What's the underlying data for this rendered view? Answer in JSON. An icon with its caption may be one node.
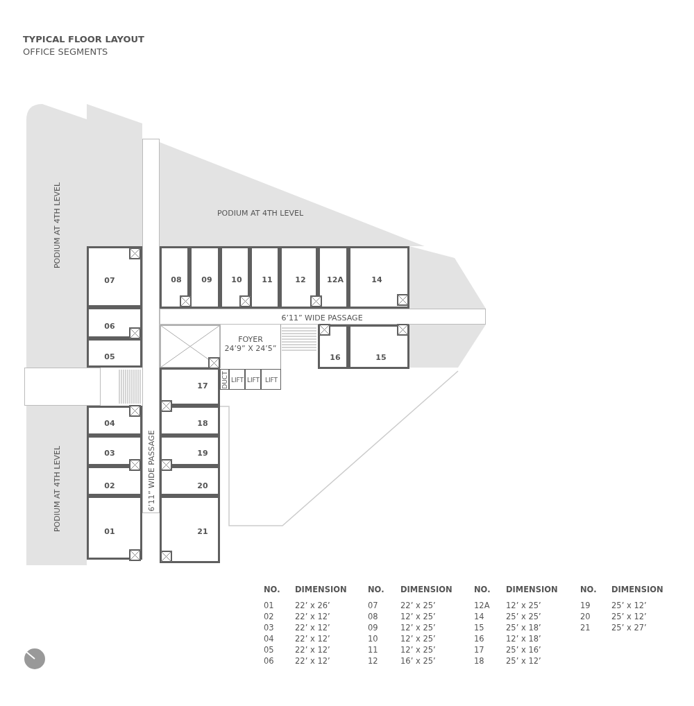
{
  "diagram": {
    "title": "TYPICAL FLOOR LAYOUT",
    "nodes": [
      {
        "text": [
          "PODIUM AT 4TH LEVEL"
        ]
      },
      {
        "text": [
          "PODIUM AT 4TH LEVEL"
        ]
      },
      {
        "text": [
          "07"
        ]
      },
      {
        "text": [
          "08"
        ]
      },
      {
        "text": [
          "09"
        ]
      },
      {
        "text": [
          "10"
        ]
      },
      {
        "text": [
          "11"
        ]
      },
      {
        "text": [
          "12"
        ]
      },
      {
        "text": [
          "12A"
        ]
      },
      {
        "text": [
          "14"
        ]
      },
      {
        "text": [
          "06"
        ]
      },
      {
        "text": [
          "6’11” WIDE PASSAGE"
        ]
      },
      {
        "text": [
          "FOYER",
          "24’9” X 24’5”"
        ]
      },
      {
        "text": [
          "16"
        ]
      },
      {
        "text": [
          "15"
        ]
      },
      {
        "text": [
          "05"
        ]
      },
      {
        "text": [
          "17"
        ]
      },
      {
        "text": [
          "DUCT"
        ]
      },
      {
        "text": [
          "LIFT"
        ]
      },
      {
        "text": [
          "LIFT"
        ]
      },
      {
        "text": [
          "LIFT"
        ]
      },
      {
        "text": [
          "04"
        ]
      },
      {
        "text": [
          "18"
        ]
      },
      {
        "text": [
          "PODIUM AT 4TH LEVEL"
        ]
      },
      {
        "text": [
          "03"
        ]
      },
      {
        "text": [
          "19"
        ]
      },
      {
        "text": [
          "02"
        ]
      },
      {
        "text": [
          "20"
        ]
      },
      {
        "text": [
          "6’11” WIDE PASSAGE"
        ]
      },
      {
        "text": [
          "01"
        ]
      },
      {
        "text": [
          "21"
        ]
      },
      {
        "text": [],
        "shape": "box"
      }
    ],
    "labels": [
      "OFFICE SEGMENTS",
      "NO.",
      "DIMENSION",
      "NO.",
      "DIMENSION",
      "NO.",
      "DIMENSION",
      "NO.",
      "DIMENSION",
      "01",
      "22’ x 26’",
      "07",
      "22’ x 25’",
      "12A",
      "12’ x 25’",
      "19",
      "25’ x 12’",
      "02",
      "22’ x 12’",
      "08",
      "12’ x 25’",
      "14",
      "25’ x 25’",
      "20",
      "25’ x 12’",
      "03",
      "22’ x 12’",
      "09",
      "12’ x 25’",
      "15",
      "25’ x 18’",
      "21",
      "25’ x 27’",
      "04",
      "22’ x 12’",
      "10",
      "12’ x 25’",
      "16",
      "12’ x 18’",
      "05",
      "22’ x 12’",
      "11",
      "12’ x 25’",
      "17",
      "25’ x 16’",
      "06",
      "22’ x 12’",
      "12",
      "16’ x 25’",
      "18",
      "25’ x 12’"
    ]
  }
}
